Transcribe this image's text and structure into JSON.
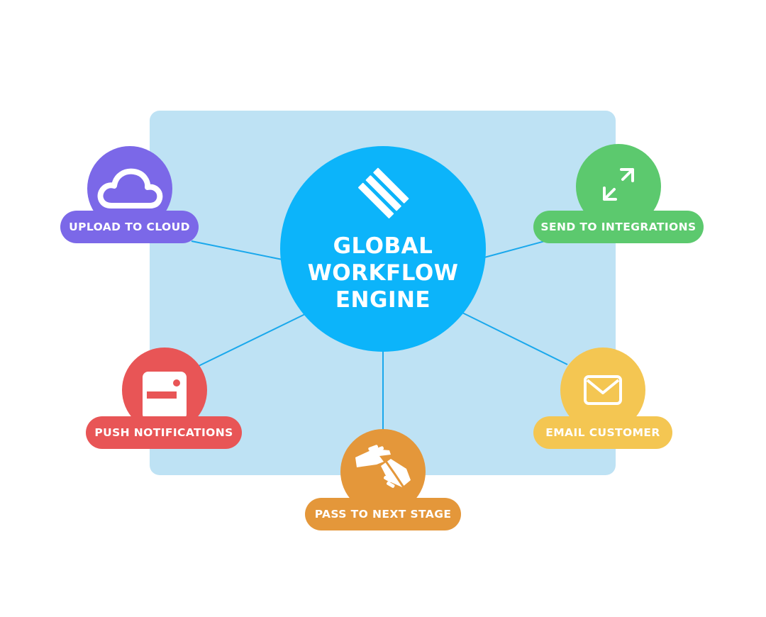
{
  "title_lines": [
    "GLOBAL",
    "WORKFLOW",
    "ENGINE"
  ],
  "colors": {
    "background": "#ffffff",
    "panel": "#bee2f4",
    "hub": "#0cb4fa",
    "connector": "#1aa8ec",
    "purple": "#7b68e8",
    "green": "#5cc96e",
    "red": "#e85556",
    "yellow": "#f4c652",
    "orange": "#e4973a"
  },
  "nodes": [
    {
      "id": "upload",
      "label": "UPLOAD TO CLOUD",
      "icon": "cloud-icon",
      "color": "#7b68e8"
    },
    {
      "id": "integrations",
      "label": "SEND TO INTEGRATIONS",
      "icon": "expand-arrows-icon",
      "color": "#5cc96e"
    },
    {
      "id": "push",
      "label": "PUSH NOTIFICATIONS",
      "icon": "notification-device-icon",
      "color": "#e85556"
    },
    {
      "id": "email",
      "label": "EMAIL CUSTOMER",
      "icon": "envelope-icon",
      "color": "#f4c652"
    },
    {
      "id": "pass",
      "label": "PASS TO NEXT STAGE",
      "icon": "handoff-hands-icon",
      "color": "#e4973a"
    }
  ]
}
